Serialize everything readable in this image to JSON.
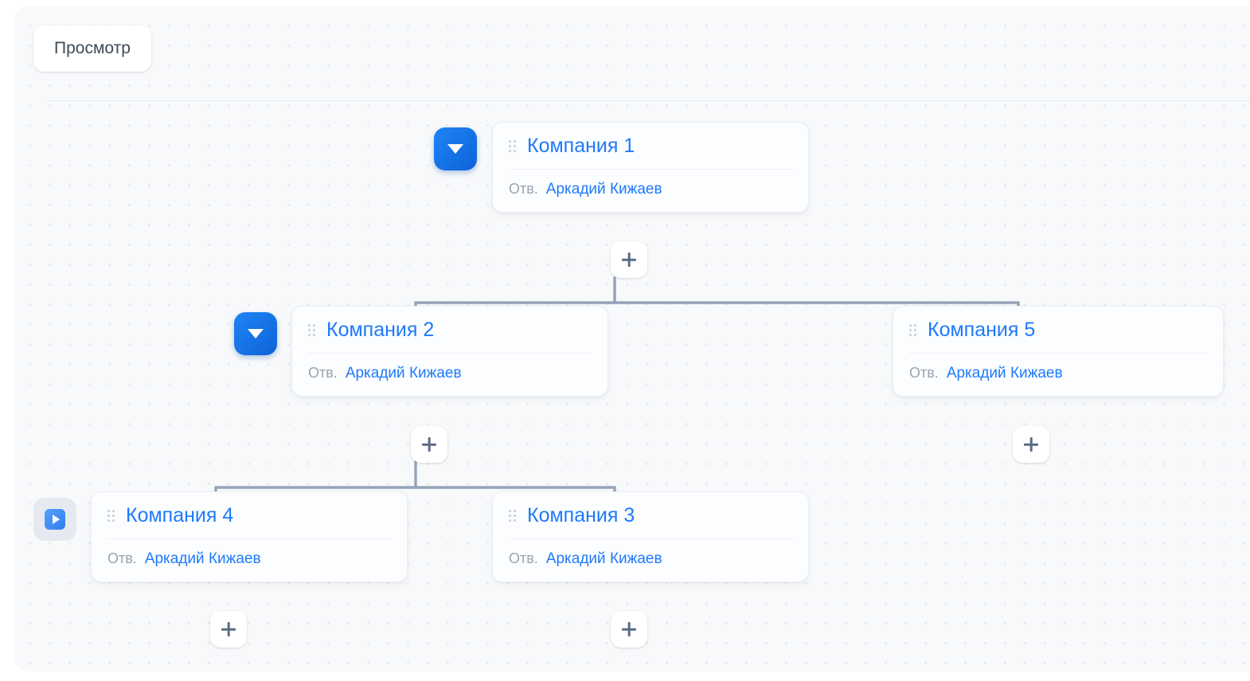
{
  "canvas": {
    "background_color": "#f7f9fb",
    "dot_color": "#e6eaef",
    "accent_color": "#1e7afc",
    "edge_color": "#94a3b8"
  },
  "toolbar": {
    "preview_label": "Просмотр"
  },
  "labels": {
    "responsible_label": "Отв.",
    "drag_handle_icon": "drag-dots-icon",
    "collapse_icon": "caret-down-icon",
    "expand_icon": "play-icon",
    "add_icon": "plus-icon"
  },
  "nodes": [
    {
      "id": "company-1",
      "title": "Компания 1",
      "responsible_label": "Отв.",
      "responsible": "Аркадий Кижаев",
      "toggle": "collapse"
    },
    {
      "id": "company-2",
      "title": "Компания 2",
      "responsible_label": "Отв.",
      "responsible": "Аркадий Кижаев",
      "toggle": "collapse"
    },
    {
      "id": "company-5",
      "title": "Компания 5",
      "responsible_label": "Отв.",
      "responsible": "Аркадий Кижаев",
      "toggle": "none"
    },
    {
      "id": "company-4",
      "title": "Компания 4",
      "responsible_label": "Отв.",
      "responsible": "Аркадий Кижаев",
      "toggle": "expand"
    },
    {
      "id": "company-3",
      "title": "Компания 3",
      "responsible_label": "Отв.",
      "responsible": "Аркадий Кижаев",
      "toggle": "none"
    }
  ],
  "add_buttons": [
    {
      "id": "add-under-company-1",
      "label": "+"
    },
    {
      "id": "add-under-company-2",
      "label": "+"
    },
    {
      "id": "add-under-company-5",
      "label": "+"
    },
    {
      "id": "add-under-company-4",
      "label": "+"
    },
    {
      "id": "add-under-company-3",
      "label": "+"
    }
  ]
}
